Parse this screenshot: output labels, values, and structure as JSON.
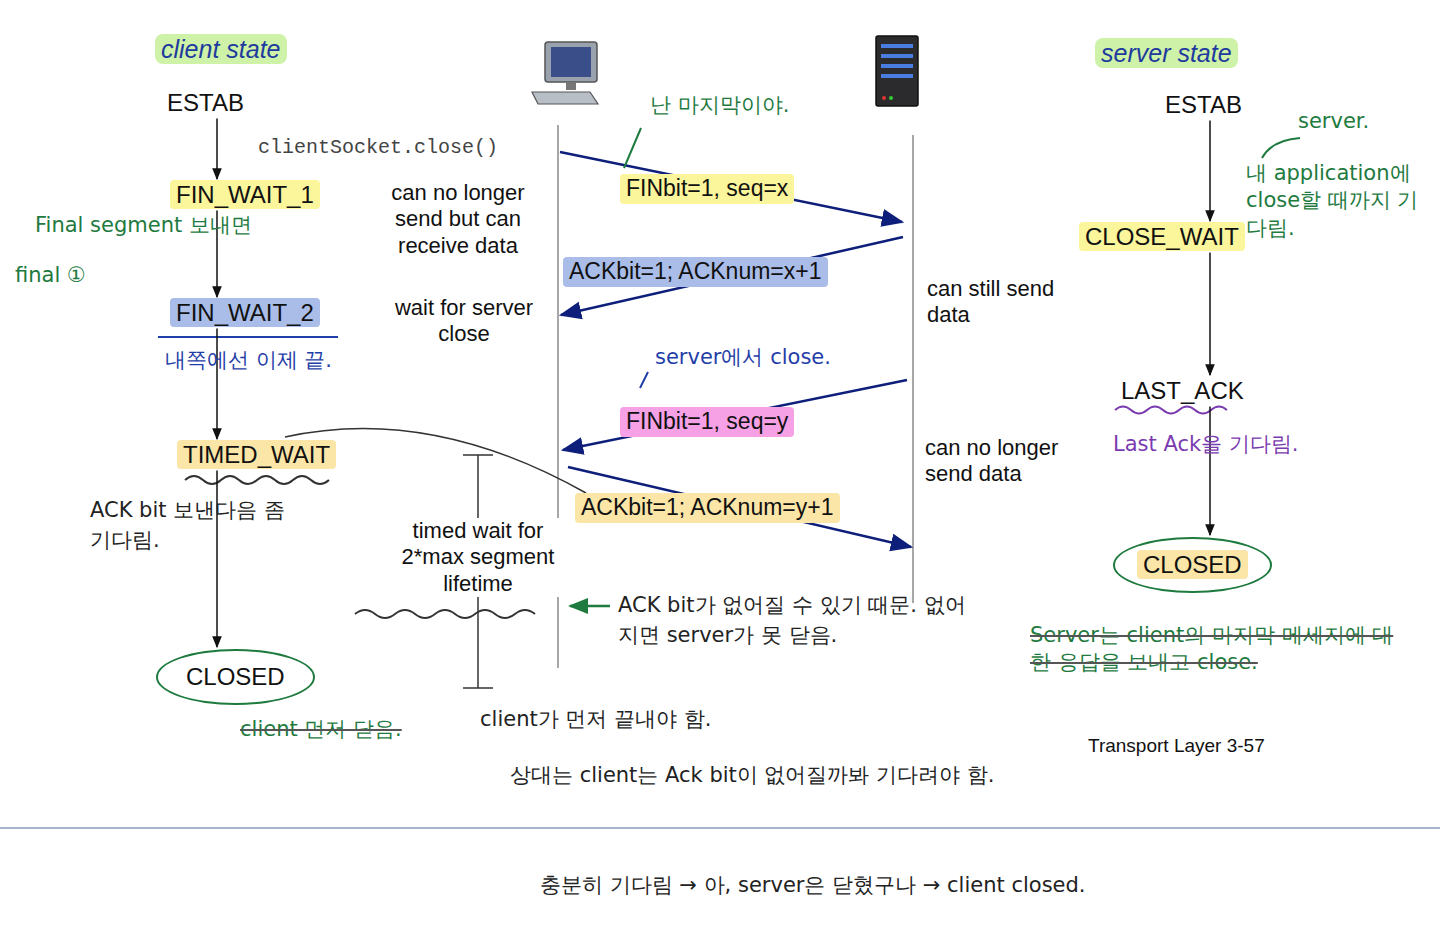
{
  "diagram": {
    "nodes": [
      {
        "text": [
          "ESTAB"
        ]
      },
      {
        "text": [
          "FIN_WAIT_1"
        ]
      },
      {
        "text": [
          "FIN_WAIT_2"
        ]
      },
      {
        "text": [
          "TIMED_WAIT"
        ]
      },
      {
        "text": [
          "CLOSED"
        ]
      },
      {
        "text": [
          "ESTAB"
        ]
      },
      {
        "text": [
          "CLOSE_WAIT"
        ]
      },
      {
        "text": [
          "LAST_ACK"
        ]
      },
      {
        "text": [
          "CLOSED"
        ]
      }
    ],
    "edges": [
      {
        "from": 0,
        "to": 1,
        "arrow": "to"
      },
      {
        "from": 1,
        "to": 2,
        "arrow": "to"
      },
      {
        "from": 2,
        "to": 3,
        "arrow": "to"
      },
      {
        "from": 3,
        "to": 4,
        "arrow": "to"
      },
      {
        "from": 5,
        "to": 6,
        "arrow": "to"
      },
      {
        "from": 6,
        "to": 7,
        "arrow": "to"
      },
      {
        "from": 7,
        "to": 8,
        "arrow": "to"
      }
    ],
    "labels": [
      "client state",
      "server state",
      "clientSocket.close()",
      "FINbit=1, seq=x",
      "can no longer send but can receive data",
      "ACKbit=1; ACKnum=x+1",
      "wait for server close",
      "can still send data",
      "FINbit=1, seq=y",
      "can no longer send data",
      "ACKbit=1; ACKnum=y+1",
      "timed wait for 2*max segment lifetime",
      "Transport Layer 3-57",
      "난 마지막이야.",
      "server.",
      "내 application에 close할 때까지 기다림.",
      "Final segment 보내면",
      "final ①",
      "내쪽에선 이제 끝.",
      "server에서 close.",
      "Last Ack을 기다림.",
      "ACK bit 보낸다음 좀 기다림.",
      "ACK bit가 없어질 수 있기 때문. 없어지면 server가 못 닫음.",
      "client 먼저 닫음.",
      "client가 먼저 끝내야 함.",
      "상대는 client는 Ack bit이 없어질까봐 기다려야 함.",
      "충분히 기다림 → 아, server은 닫혔구나 → client closed.",
      "Server는 client의 마지막 메세지에 대한 응답을 보내고 close."
    ]
  }
}
